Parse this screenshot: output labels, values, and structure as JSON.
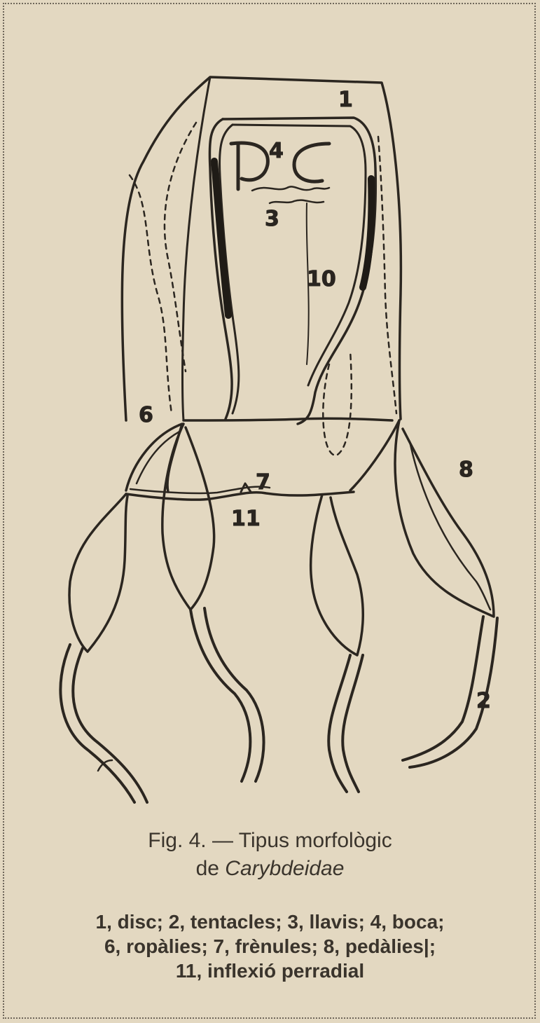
{
  "figure": {
    "labels": {
      "n1": "1",
      "n3": "3",
      "n4": "4",
      "n6": "6",
      "n7": "7",
      "n8": "8",
      "n10": "10",
      "n11": "11",
      "n2": "2"
    },
    "caption": {
      "line1": "Fig. 4. — Tipus morfològic",
      "line2_prefix": "de",
      "line2_taxon": "Carybdeidae"
    },
    "legend": [
      "1, disc; 2, tentacles; 3, llavis; 4, boca;",
      "6, ropàlies; 7, frènules; 8, pedàlies|;",
      "11, inflexió perradial"
    ]
  }
}
